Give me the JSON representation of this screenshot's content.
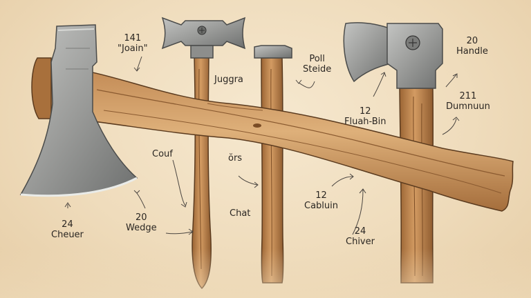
{
  "illustration": {
    "tools": [
      "large-axe",
      "hatchet",
      "splitting-maul",
      "wide-axe"
    ],
    "colors": {
      "background": "#f0dfc2",
      "steel": "#9c9d9b",
      "steel_dark": "#5f6160",
      "wood": "#c98d55",
      "wood_dark": "#8a5a30",
      "ink": "#2a2622"
    }
  },
  "labels": {
    "joain_number": "141",
    "joain_text": "\"Joain\"",
    "juggra": "Juggra",
    "poll_line1": "Poll",
    "poll_line2": "Steide",
    "handle_number": "20",
    "handle_text": "Handle",
    "dumnuun_number": "211",
    "dumnuun_text": "Dumnuun",
    "fluah_number": "12",
    "fluah_text": "Fluah-Bin",
    "couf": "Couf",
    "ors": "ŏrs",
    "chat": "Chat",
    "cabluin_number": "12",
    "cabluin_text": "Cabluin",
    "wedge_number": "20",
    "wedge_text": "Wedge",
    "chever_number": "24",
    "chever_text": "Cheuer",
    "chiver_number": "24",
    "chiver_text": "Chiver"
  }
}
